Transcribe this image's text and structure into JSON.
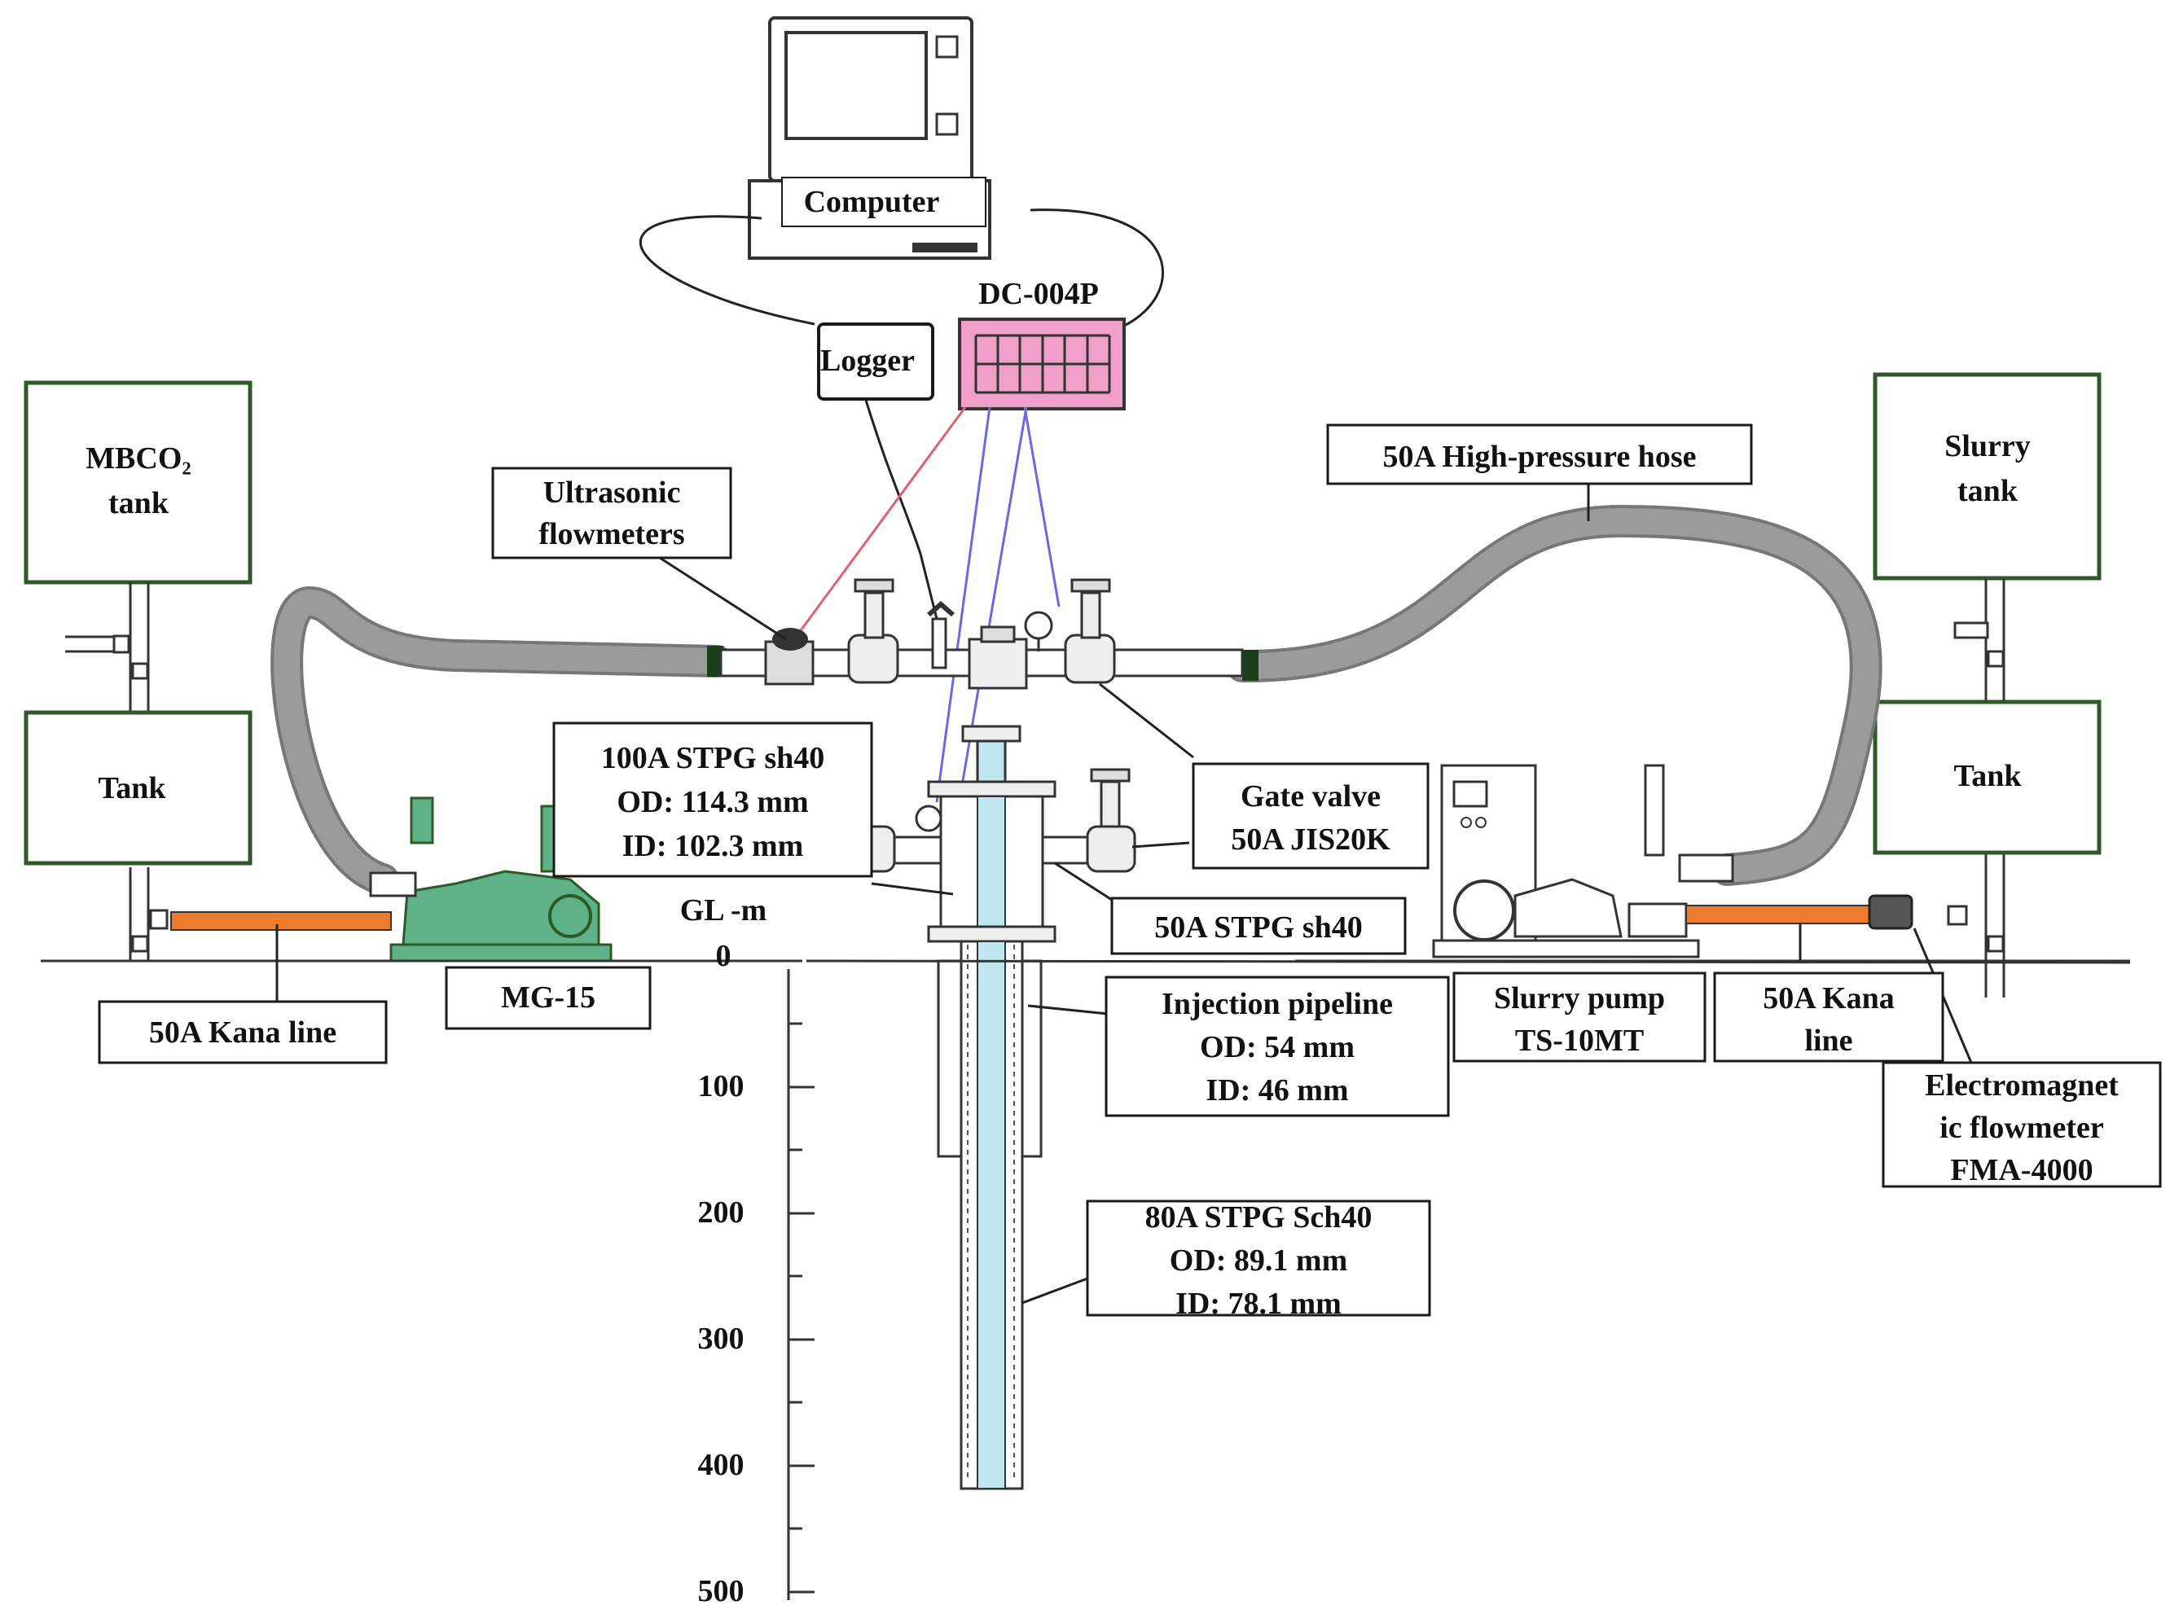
{
  "labels": {
    "computer": "Computer",
    "dc004p": "DC-004P",
    "logger": "Logger",
    "mbco2_tank_1": "MBCO₂",
    "mbco2_tank_2": "tank",
    "tank_left": "Tank",
    "ultrasonic_1": "Ultrasonic",
    "ultrasonic_2": "flowmeters",
    "hose": "50A High-pressure hose",
    "slurry_tank_1": "Slurry",
    "slurry_tank_2": "tank",
    "tank_right": "Tank",
    "stpg100_1": "100A STPG sh40",
    "stpg100_2": "OD: 114.3 mm",
    "stpg100_3": "ID: 102.3 mm",
    "gate_valve_1": "Gate valve",
    "gate_valve_2": "50A JIS20K",
    "stpg50": "50A STPG sh40",
    "gl_m": "GL -m",
    "kana_left": "50A Kana line",
    "mg15": "MG-15",
    "injection_1": "Injection pipeline",
    "injection_2": "OD: 54 mm",
    "injection_3": "ID: 46 mm",
    "slurry_pump_1": "Slurry pump",
    "slurry_pump_2": "TS-10MT",
    "kana_right_1": "50A Kana",
    "kana_right_2": "line",
    "emf_1": "Electromagnet",
    "emf_2": "ic flowmeter",
    "emf_3": "FMA-4000",
    "stpg80_1": "80A STPG Sch40",
    "stpg80_2": "OD: 89.1 mm",
    "stpg80_3": "ID: 78.1 mm"
  },
  "depth_scale": {
    "ticks": [
      "0",
      "100",
      "200",
      "300",
      "400",
      "500"
    ]
  },
  "colors": {
    "tank_border": "#2d5a27",
    "hose": "#9b9b9b",
    "kana_line": "#ee7a2e",
    "pump_green": "#5fb287",
    "dc004p_fill": "#ef9fc8",
    "well_fluid": "#bfe7ef",
    "signal_red": "#e06070",
    "signal_blue": "#6a6ae0"
  }
}
